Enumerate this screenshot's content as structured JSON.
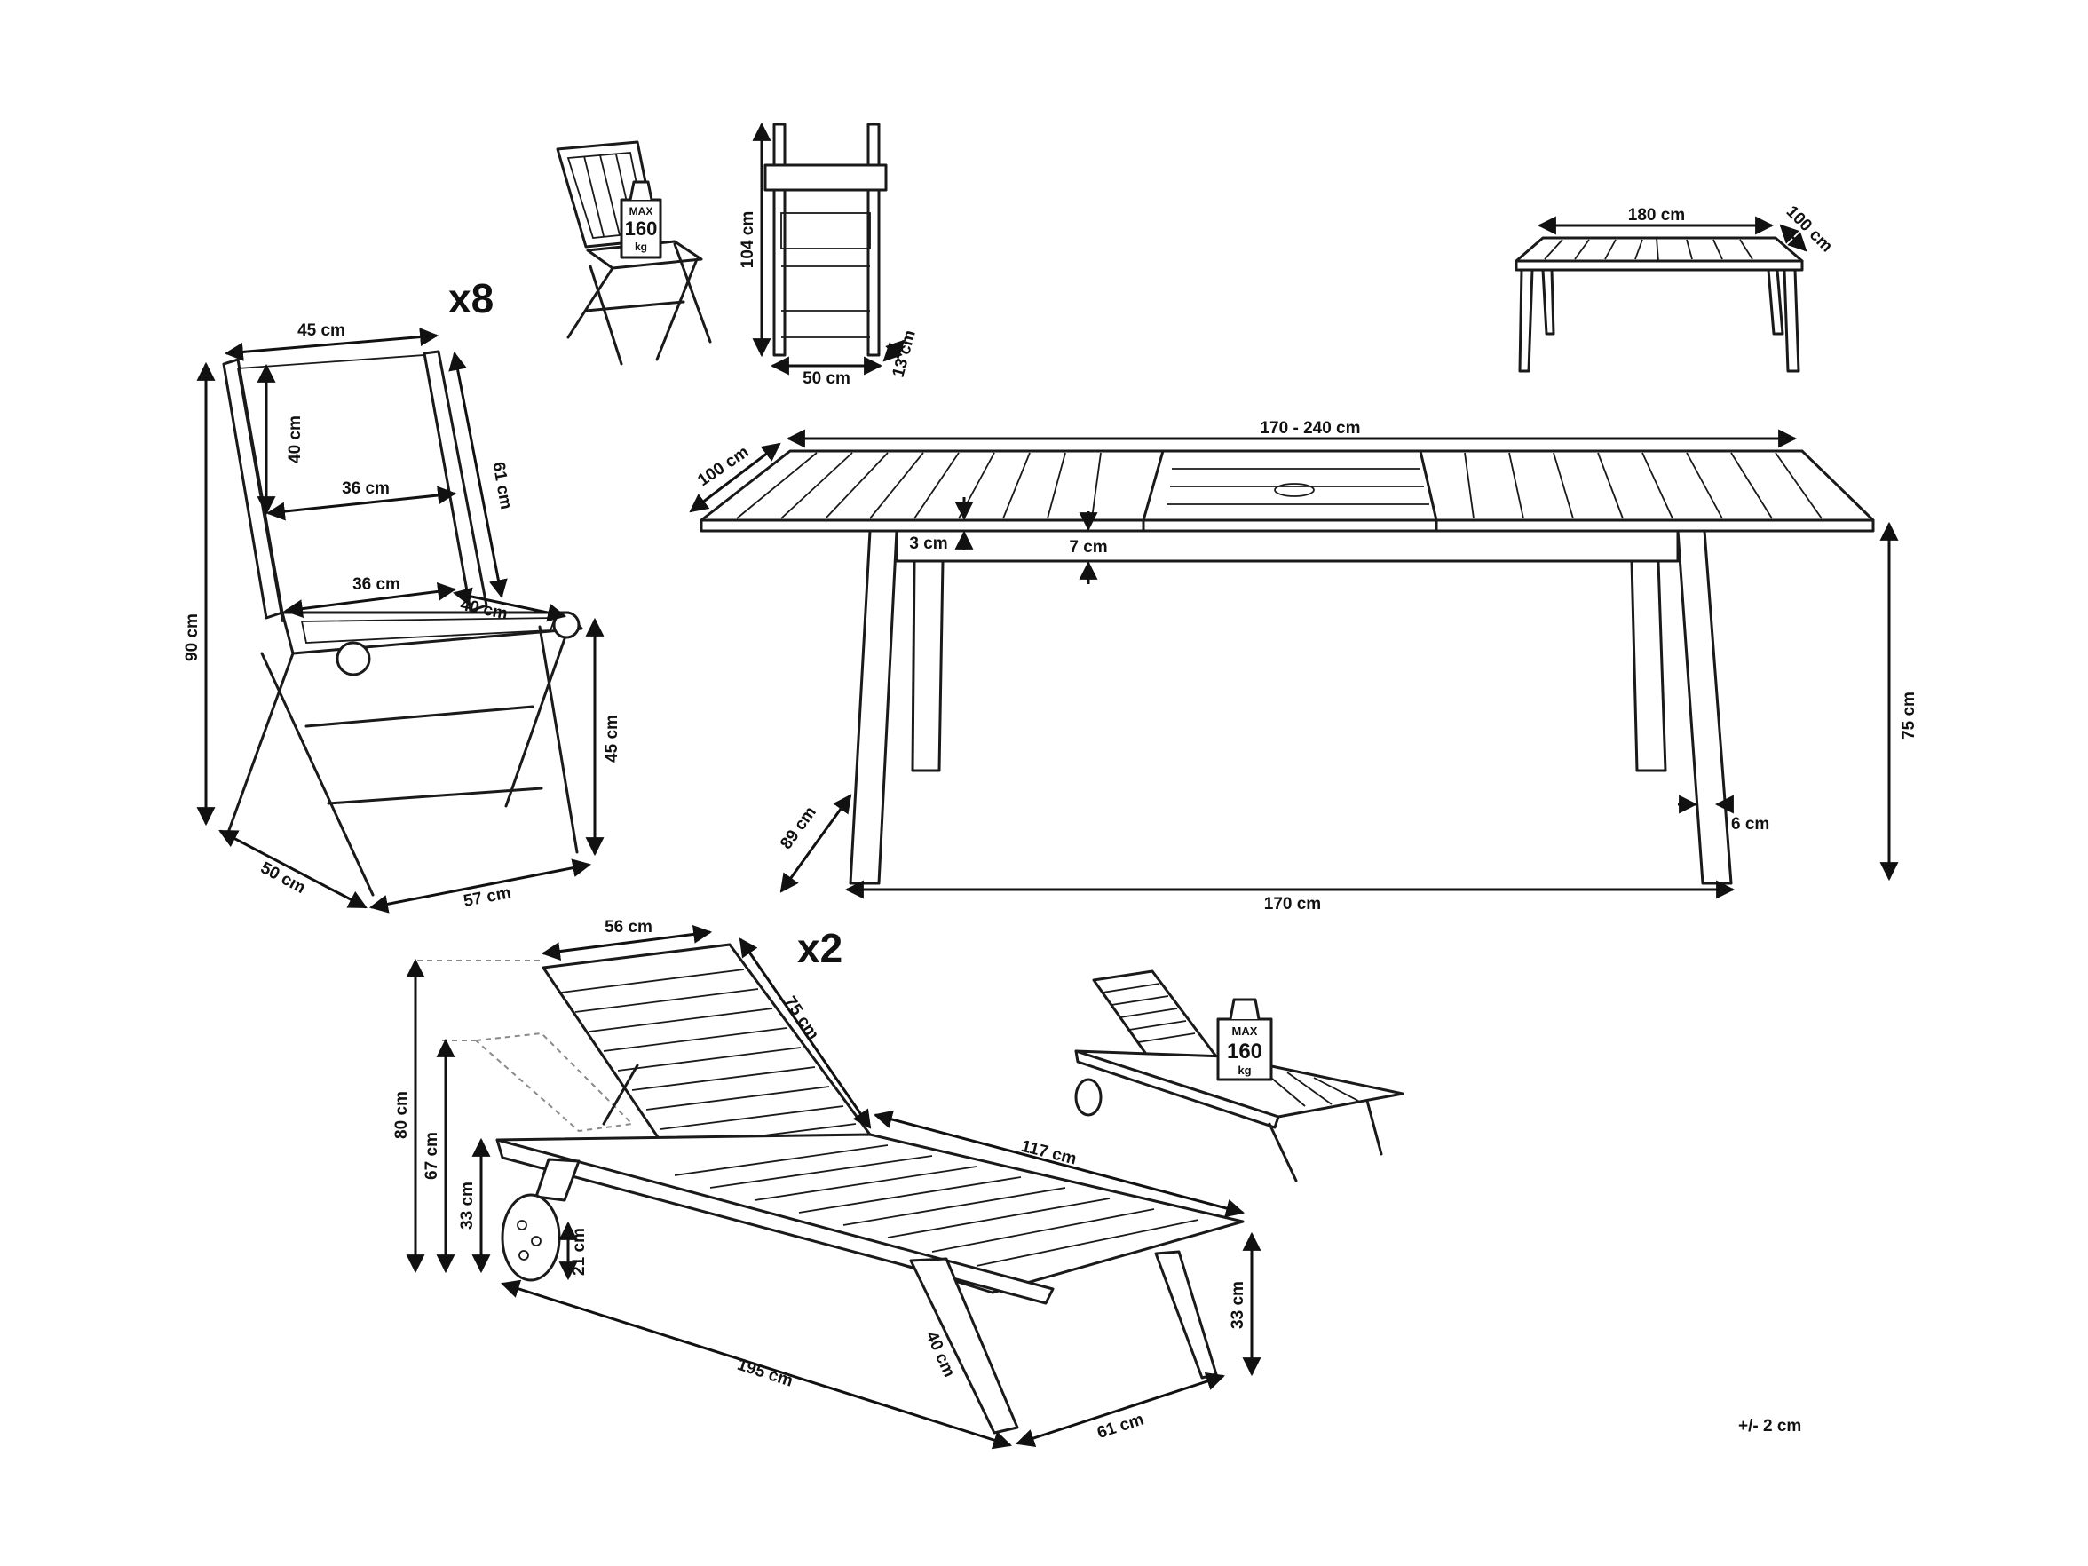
{
  "quantities": {
    "chairs": "x8",
    "loungers": "x2"
  },
  "tolerance": "+/- 2 cm",
  "weight_tag": {
    "line1": "MAX",
    "line2": "160",
    "line3": "kg"
  },
  "chair": {
    "seat_width_top": "45 cm",
    "back_height": "40 cm",
    "back_width": "36 cm",
    "back_length": "61 cm",
    "total_height": "90 cm",
    "seat_width": "36 cm",
    "seat_depth": "40 cm",
    "seat_height": "45 cm",
    "base_width": "50 cm",
    "base_depth": "57 cm",
    "folded_height": "104 cm",
    "folded_width": "50 cm",
    "folded_depth": "13 cm"
  },
  "table": {
    "closed_length": "180 cm",
    "closed_width": "100 cm",
    "extended_length": "170 - 240 cm",
    "width": "100 cm",
    "top_thickness": "3 cm",
    "apron": "7 cm",
    "height": "75 cm",
    "leg_width": "6 cm",
    "leg_span_width": "89 cm",
    "leg_span_length": "170 cm"
  },
  "lounger": {
    "back_width": "56 cm",
    "back_length": "75 cm",
    "seat_length": "117 cm",
    "height_max": "80 cm",
    "height_mid": "67 cm",
    "height_seat": "33 cm",
    "wheel_height": "21 cm",
    "length": "195 cm",
    "leg_height": "40 cm",
    "width": "61 cm",
    "foot_height": "33 cm"
  }
}
